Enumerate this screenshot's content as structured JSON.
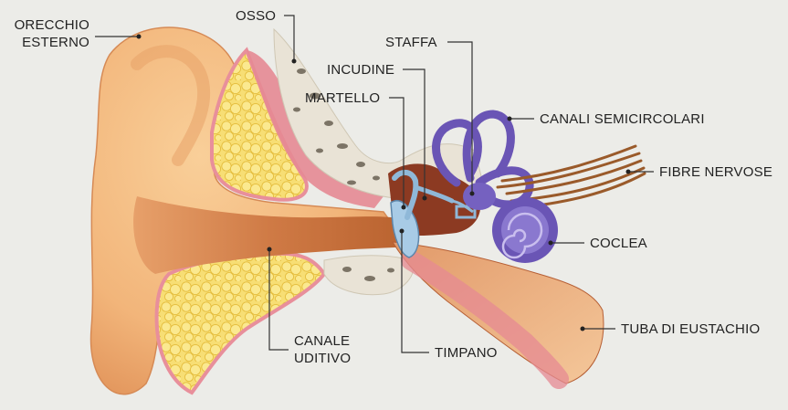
{
  "labels": {
    "orecchio_esterno": [
      "ORECCHIO",
      "ESTERNO"
    ],
    "osso": "OSSO",
    "staffa": "STAFFA",
    "incudine": "INCUDINE",
    "martello": "MARTELLO",
    "canali_semicircolari": "CANALI SEMICIRCOLARI",
    "fibre_nervose": "FIBRE NERVOSE",
    "coclea": "COCLEA",
    "tuba_di_eustachio": "TUBA DI EUSTACHIO",
    "canale_uditivo": [
      "CANALE",
      "UDITIVO"
    ],
    "timpano": "TIMPANO"
  },
  "colors": {
    "background": "#ecece8",
    "skin": "#f2b57a",
    "skin_dark": "#d9814a",
    "canal": "#c46a3a",
    "fat": "#f6d860",
    "bone": "#e9e3d6",
    "muscle": "#e58a93",
    "ossicle_blue": "#8fb8d8",
    "inner_purple": "#6a55b5",
    "nerve": "#9a5a2a",
    "leader": "#333333"
  }
}
